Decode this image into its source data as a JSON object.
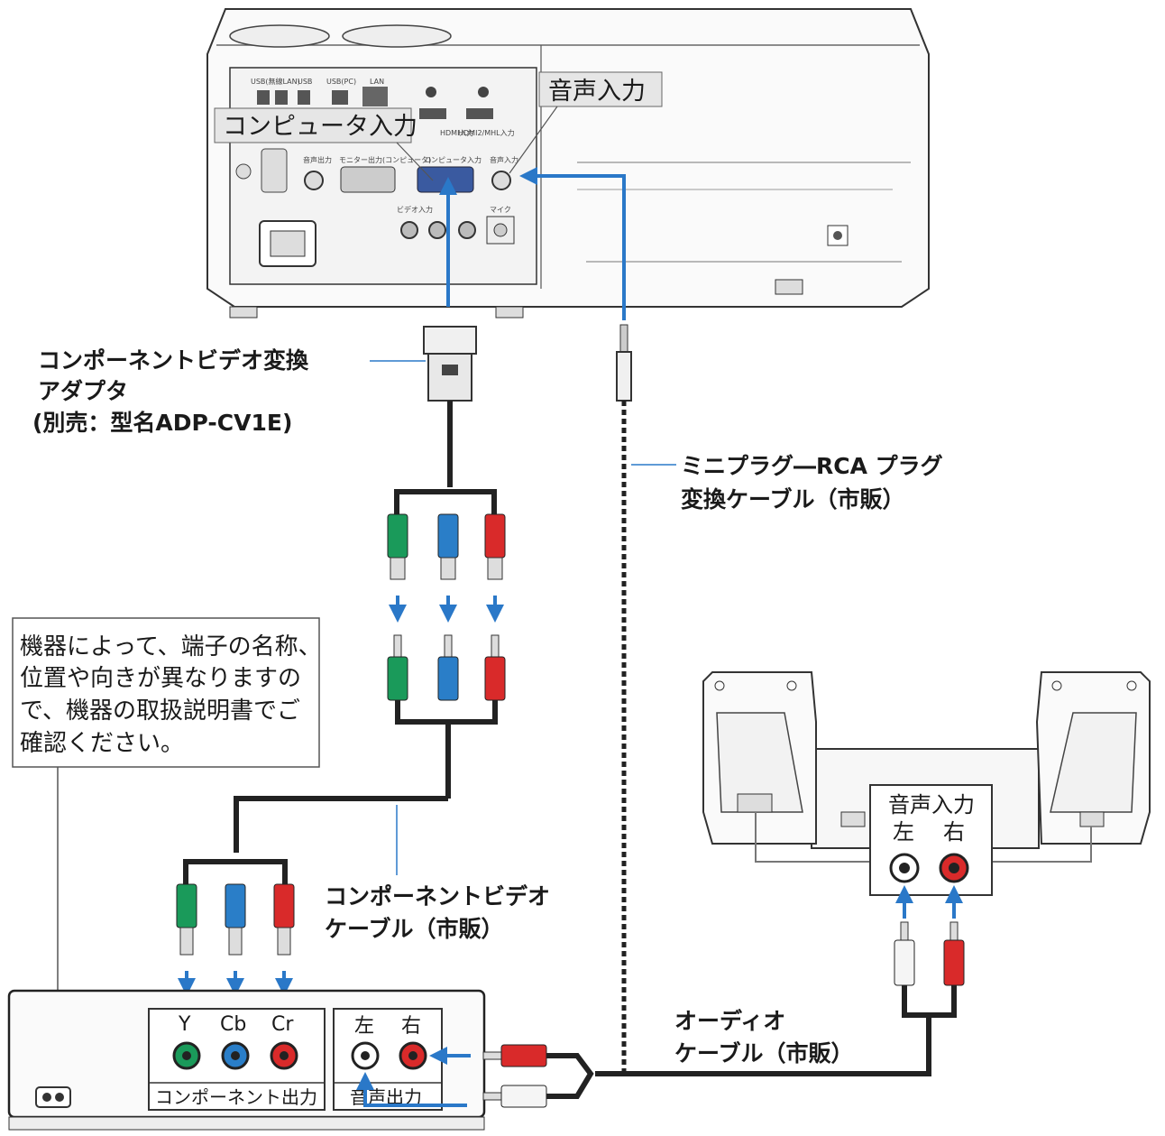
{
  "projector": {
    "callout_computer_input": "コンピュータ入力",
    "callout_audio_input": "音声入力"
  },
  "adapter": {
    "line1": "コンポーネントビデオ変換",
    "line2": "アダプタ",
    "line3": "(別売：型名ADP-CV1E)"
  },
  "mini_plug_cable": {
    "line1": "ミニプラグ―RCA プラグ",
    "line2": "変換ケーブル（市販）"
  },
  "note": {
    "lines": [
      "機器によって、端子の名称、",
      "位置や向きが異なりますの",
      "で、機器の取扱説明書でご",
      "確認ください。"
    ]
  },
  "component_cable": {
    "line1": "コンポーネントビデオ",
    "line2": "ケーブル（市販）"
  },
  "audio_cable": {
    "line1": "オーディオ",
    "line2": "ケーブル（市販）"
  },
  "speakers": {
    "input_label": "音声入力",
    "left": "左",
    "right": "右"
  },
  "source_device": {
    "jack_y": "Y",
    "jack_cb": "Cb",
    "jack_cr": "Cr",
    "component_out": "コンポーネント出力",
    "audio_left": "左",
    "audio_right": "右",
    "audio_out": "音声出力"
  },
  "colors": {
    "arrow_blue": "#2a78c8",
    "plug_green": "#1a9a5a",
    "plug_blue": "#2a7ec8",
    "plug_red": "#d92a2a"
  }
}
